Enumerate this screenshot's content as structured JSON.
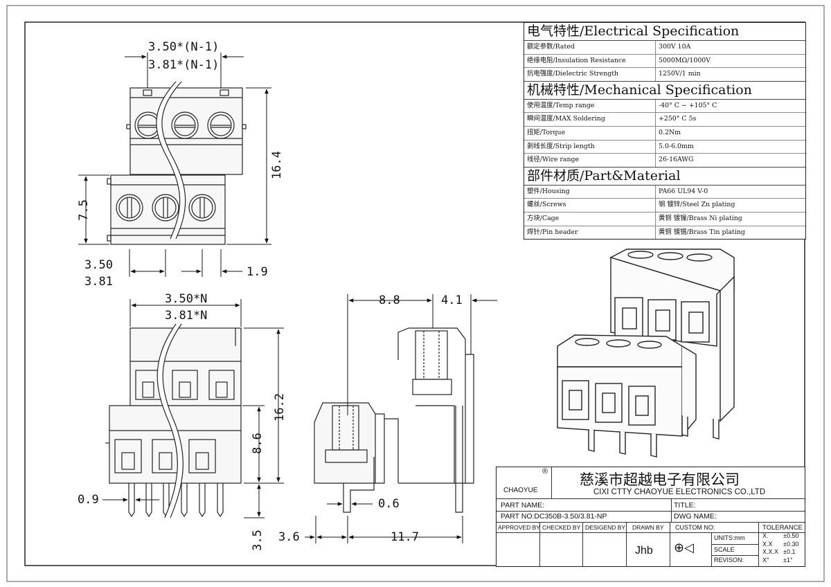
{
  "dimensions": {
    "top_pitch_1": "3.50*(N-1)",
    "top_pitch_2": "3.81*(N-1)",
    "height_top": "16.4",
    "height_left": "7.5",
    "pitch_a": "3.50",
    "pitch_b": "3.81",
    "edge": "1.9",
    "front_pitch_1": "3.50*N",
    "front_pitch_2": "3.81*N",
    "height_front": "16.2",
    "height_mid": "8.6",
    "pin_w": "0.9",
    "pin_len": "3.5",
    "side_a": "8.8",
    "side_b": "4.1",
    "side_pin": "0.6",
    "side_c": "3.6",
    "side_d": "11.7"
  },
  "spec": {
    "electrical": {
      "title": "电气特性/Electrical Specification",
      "rows": [
        {
          "label": "额定参数/Rated",
          "value": "300V 10A"
        },
        {
          "label": "绝缘电阻/Insulation Resistance",
          "value": "5000MΩ/1000V"
        },
        {
          "label": "抗电强度/Dielectric Strength",
          "value": "1250V/1 min"
        }
      ]
    },
    "mechanical": {
      "title": "机械特性/Mechanical Specification",
      "rows": [
        {
          "label": "使用温度/Temp range",
          "value": "-40° C ~ +105° C"
        },
        {
          "label": "瞬间温度/MAX Soldering",
          "value": "+250° C 5s"
        },
        {
          "label": "扭矩/Torque",
          "value": "0.2Nm"
        },
        {
          "label": "剥线长度/Strip length",
          "value": "5.0-6.0mm"
        },
        {
          "label": "线径/Wire range",
          "value": "26-16AWG"
        }
      ]
    },
    "material": {
      "title": "部件材质/Part&Material",
      "rows": [
        {
          "label": "塑件/Housing",
          "value": "PA66 UL94 V-0"
        },
        {
          "label": "螺丝/Screws",
          "value": "钢 镀锌/Steel Zn plating"
        },
        {
          "label": "方块/Cage",
          "value": "黄铜 镀镍/Brass Ni plating"
        },
        {
          "label": "焊针/Pin header",
          "value": "黄铜 镀锡/Brass Tin plating"
        }
      ]
    }
  },
  "title_block": {
    "logo_text": "CHAOYUE",
    "logo_mark": "®",
    "company_cn": "慈溪市超越电子有限公司",
    "company_en": "CIXI CTTY CHAOYUE ELECTRONICS CO.,LTD",
    "part_name_label": "PART NAME:",
    "title_label": "TITLE:",
    "part_no": "PART NO:DC350B-3.50/3.81-NP",
    "dwg_name_label": "DWG NAME:",
    "approved_by": "APPROVED BY",
    "checked_by": "CHECKED BY",
    "designed_by": "DESIGEND BY",
    "drawn_by": "DRAWN BY",
    "drawn_by_value": "Jhb",
    "custom_no": "CUSTOM NO:",
    "units": "UNITS:mm",
    "scale": "SCALE",
    "revison": "REVISON:",
    "tolerance_title": "TOLERANCE",
    "tolerances": [
      {
        "k": "X.",
        "v": "±0.50"
      },
      {
        "k": "X.X",
        "v": "±0.30"
      },
      {
        "k": "X.X.X",
        "v": "±0.1"
      },
      {
        "k": "X°",
        "v": "±1°"
      }
    ]
  }
}
